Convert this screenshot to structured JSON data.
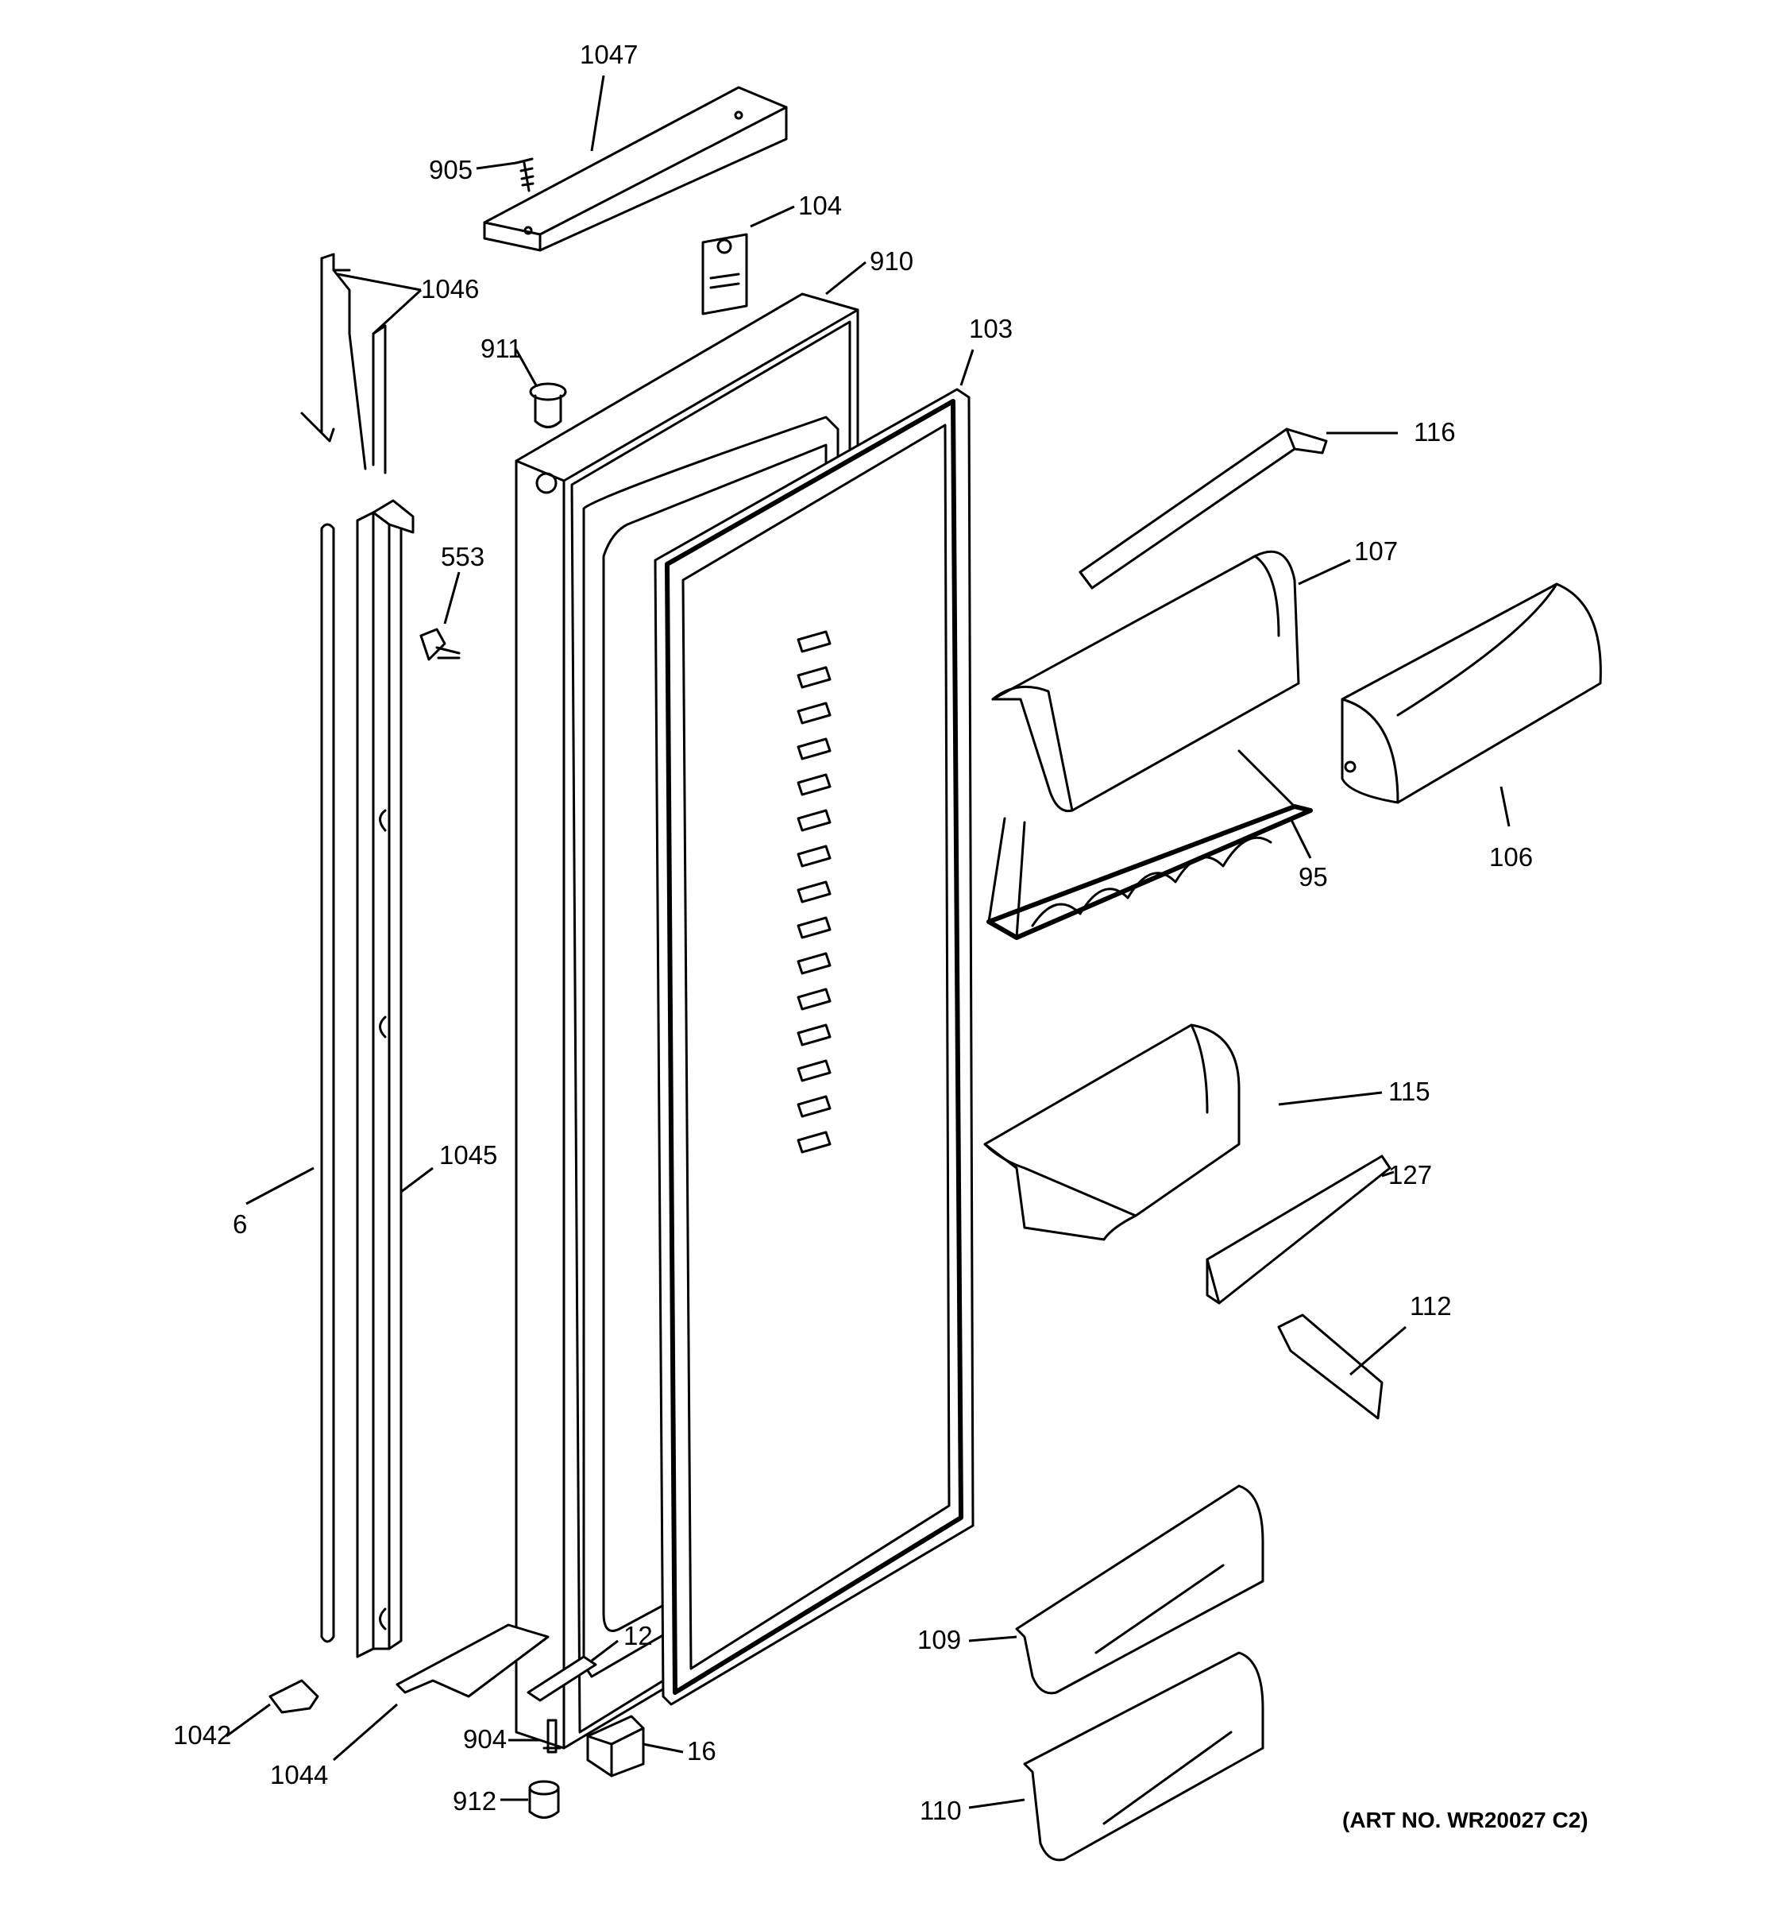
{
  "callouts": {
    "p1047": "1047",
    "p905": "905",
    "p104": "104",
    "p910": "910",
    "p1046": "1046",
    "p911": "911",
    "p103": "103",
    "p116": "116",
    "p107": "107",
    "p553": "553",
    "p106": "106",
    "p95": "95",
    "p115": "115",
    "p127": "127",
    "p6": "6",
    "p1045": "1045",
    "p112": "112",
    "p12": "12",
    "p109": "109",
    "p1042": "1042",
    "p1044": "1044",
    "p904": "904",
    "p16": "16",
    "p912": "912",
    "p110": "110"
  },
  "art_number": "(ART NO. WR20027 C2)"
}
